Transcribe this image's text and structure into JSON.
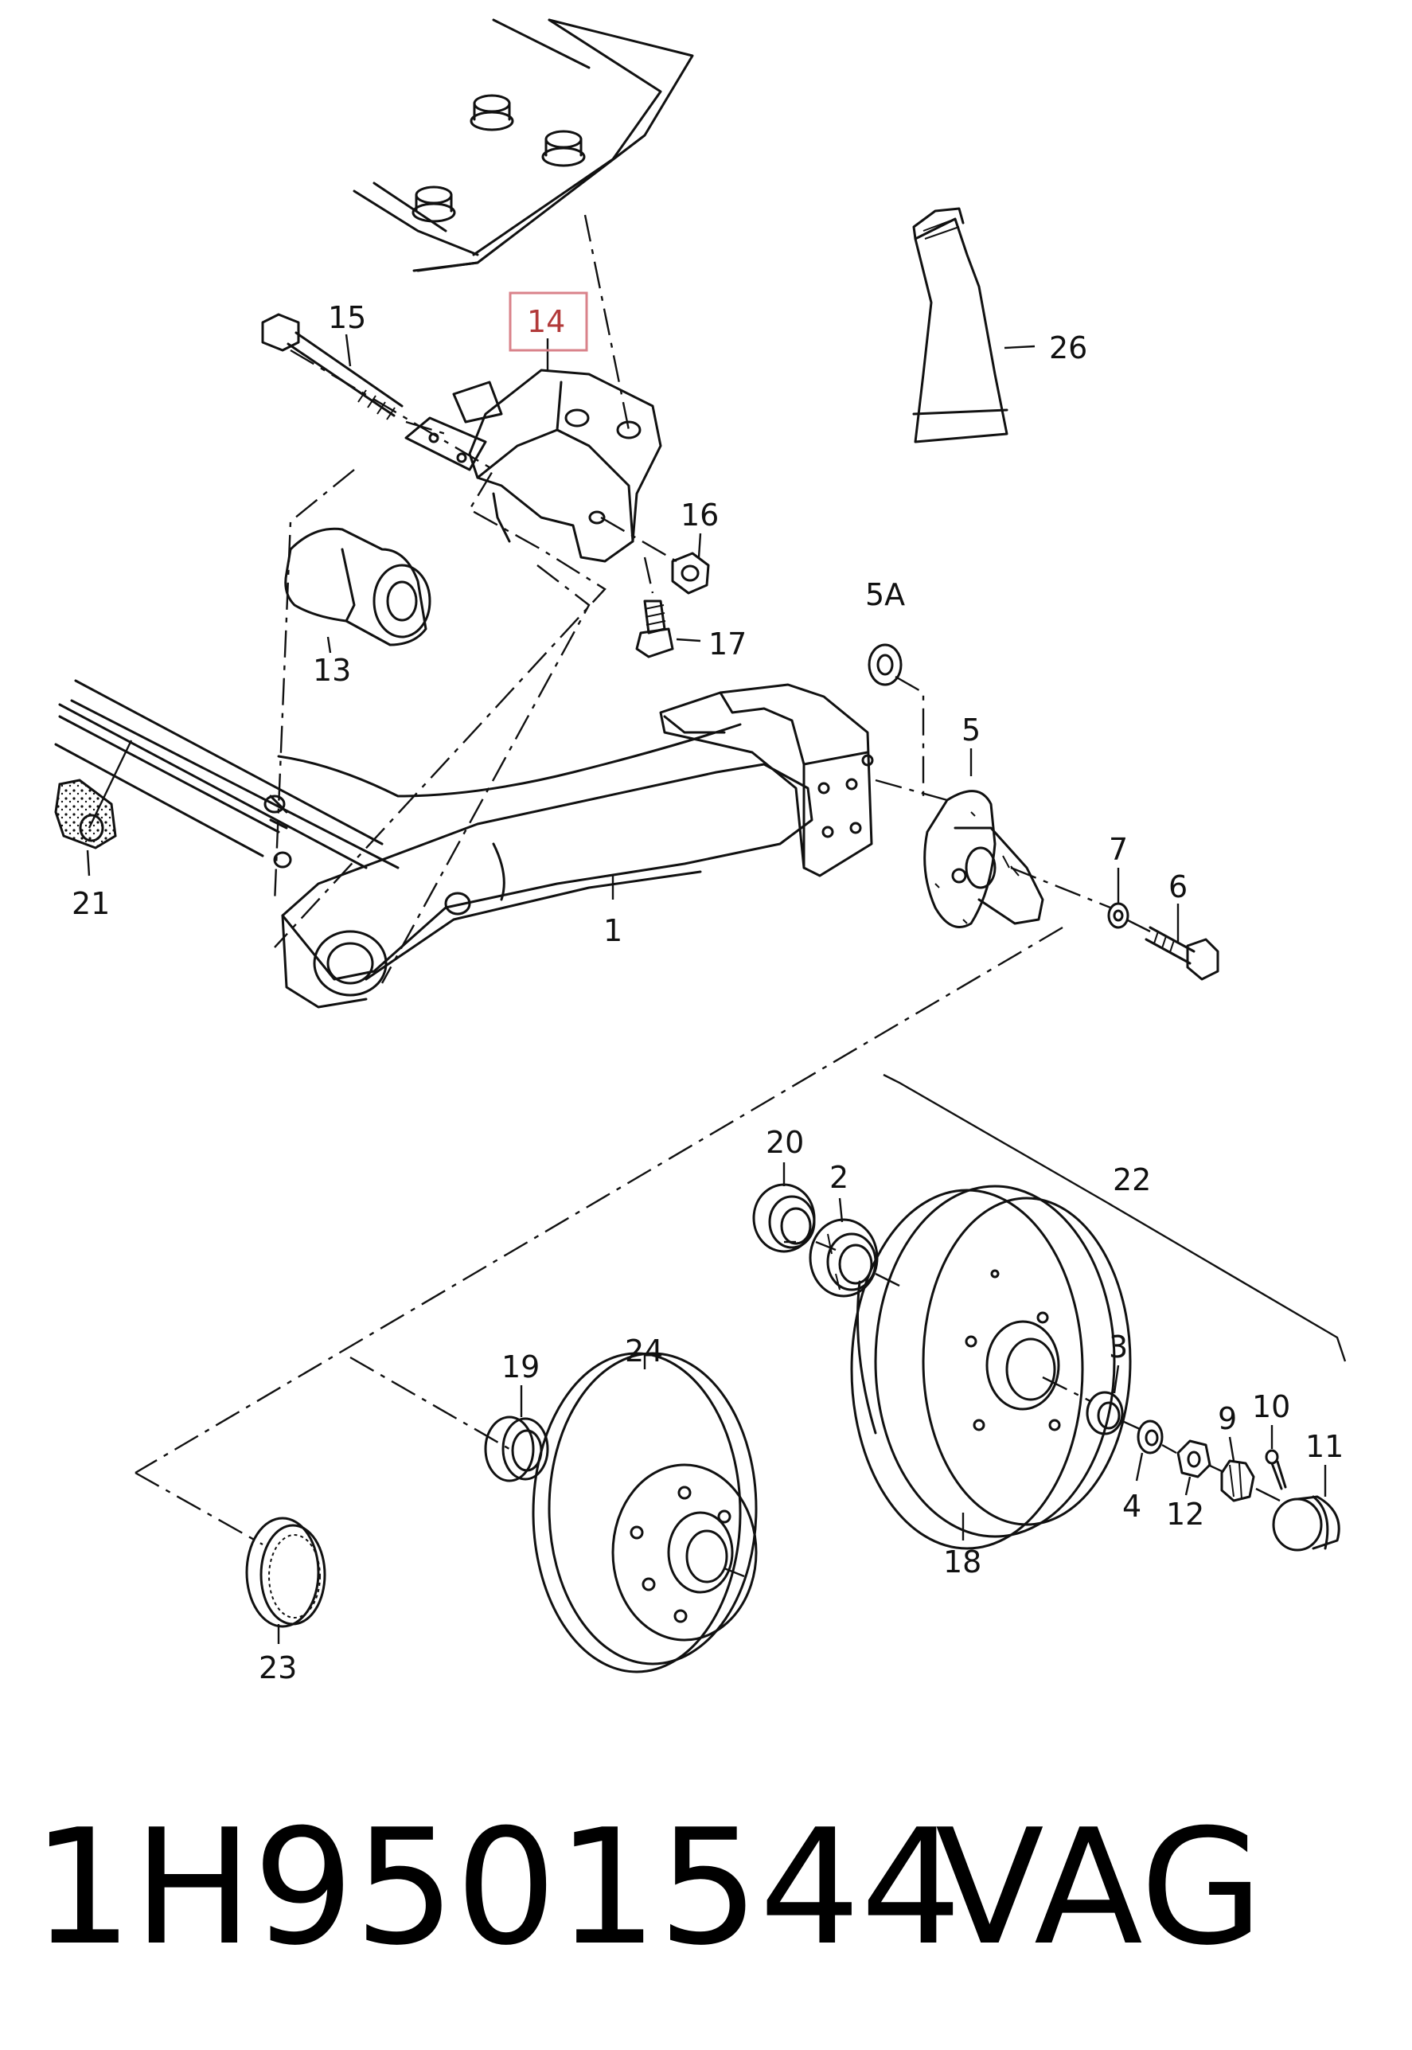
{
  "footer": {
    "part_number": "1H9501544",
    "brand": "VAG"
  },
  "highlight": {
    "color": "#d9828a",
    "label": "14"
  },
  "callouts": {
    "c14": "14",
    "c15": "15",
    "c26": "26",
    "c16": "16",
    "c13": "13",
    "c17": "17",
    "c5a": "5A",
    "c5": "5",
    "c21": "21",
    "c1": "1",
    "c7": "7",
    "c6": "6",
    "c22": "22",
    "c20": "20",
    "c2": "2",
    "c3": "3",
    "c19": "19",
    "c24": "24",
    "c10": "10",
    "c9": "9",
    "c11": "11",
    "c4": "4",
    "c12": "12",
    "c18": "18",
    "c23": "23"
  }
}
